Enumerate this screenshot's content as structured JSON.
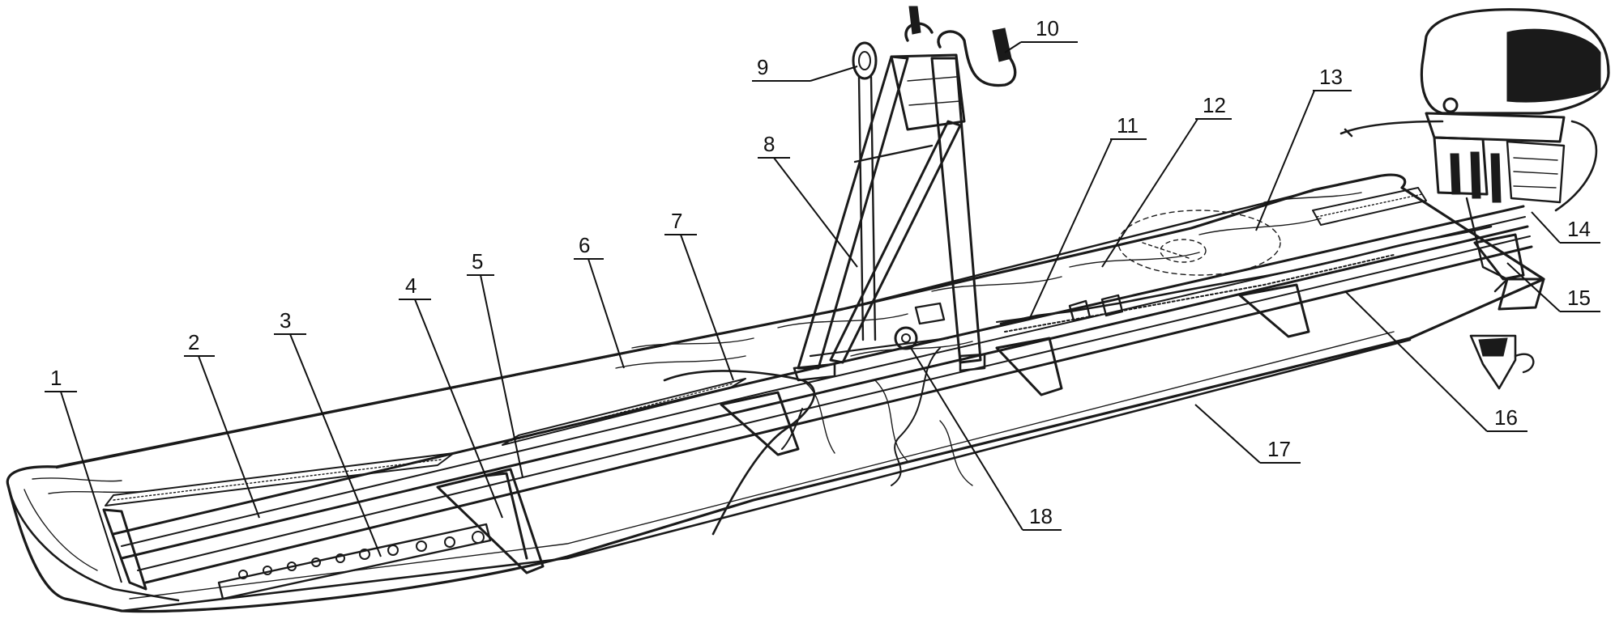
{
  "diagram": {
    "colors": {
      "ink": "#1a1a1a",
      "paper": "#ffffff"
    },
    "callouts": [
      {
        "id": "1",
        "label": "1"
      },
      {
        "id": "2",
        "label": "2"
      },
      {
        "id": "3",
        "label": "3"
      },
      {
        "id": "4",
        "label": "4"
      },
      {
        "id": "5",
        "label": "5"
      },
      {
        "id": "6",
        "label": "6"
      },
      {
        "id": "7",
        "label": "7"
      },
      {
        "id": "8",
        "label": "8"
      },
      {
        "id": "9",
        "label": "9"
      },
      {
        "id": "10",
        "label": "10"
      },
      {
        "id": "11",
        "label": "11"
      },
      {
        "id": "12",
        "label": "12"
      },
      {
        "id": "13",
        "label": "13"
      },
      {
        "id": "14",
        "label": "14"
      },
      {
        "id": "15",
        "label": "15"
      },
      {
        "id": "16",
        "label": "16"
      },
      {
        "id": "17",
        "label": "17"
      },
      {
        "id": "18",
        "label": "18"
      }
    ]
  }
}
